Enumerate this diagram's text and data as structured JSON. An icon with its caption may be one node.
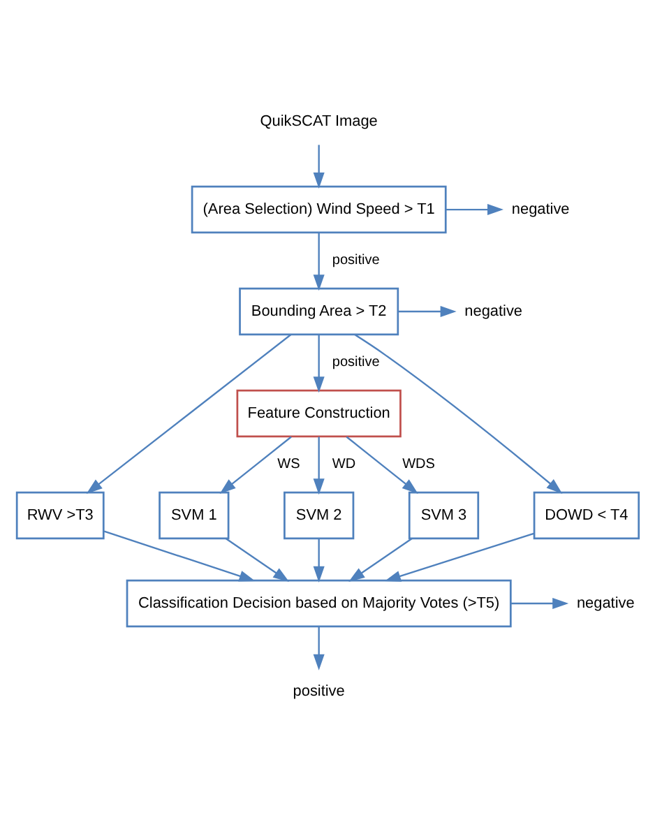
{
  "diagram": {
    "nodes": [
      {
        "text": [
          "QuikSCAT Image"
        ]
      },
      {
        "text": [
          "(Area Selection) Wind Speed > T1"
        ]
      },
      {
        "text": [
          "negative"
        ]
      },
      {
        "text": [
          "Bounding Area > T2"
        ]
      },
      {
        "text": [
          "negative"
        ]
      },
      {
        "text": [
          "Feature Construction"
        ]
      },
      {
        "text": [
          "RWV >T3"
        ]
      },
      {
        "text": [
          "SVM 1"
        ]
      },
      {
        "text": [
          "SVM 2"
        ]
      },
      {
        "text": [
          "SVM 3"
        ]
      },
      {
        "text": [
          "DOWD < T4"
        ]
      },
      {
        "text": [
          "Classification Decision based on Majority Votes (>T5)"
        ]
      },
      {
        "text": [
          "negative"
        ]
      },
      {
        "text": [
          "positive"
        ]
      }
    ],
    "edges": [
      {
        "from": 0,
        "to": 1,
        "arrow": "to"
      },
      {
        "from": 1,
        "to": 2,
        "arrow": "to"
      },
      {
        "from": 1,
        "to": 3,
        "arrow": "to",
        "label": "positive"
      },
      {
        "from": 3,
        "to": 4,
        "arrow": "to"
      },
      {
        "from": 3,
        "to": 5,
        "arrow": "to",
        "label": "positive"
      },
      {
        "from": 3,
        "to": 6,
        "arrow": "to"
      },
      {
        "from": 3,
        "to": 10,
        "arrow": "to"
      },
      {
        "from": 5,
        "to": 7,
        "arrow": "to",
        "label": "WS"
      },
      {
        "from": 5,
        "to": 8,
        "arrow": "to",
        "label": "WD"
      },
      {
        "from": 5,
        "to": 9,
        "arrow": "to",
        "label": "WDS"
      },
      {
        "from": 6,
        "to": 11,
        "arrow": "to"
      },
      {
        "from": 7,
        "to": 11,
        "arrow": "to"
      },
      {
        "from": 8,
        "to": 11,
        "arrow": "to"
      },
      {
        "from": 9,
        "to": 11,
        "arrow": "to"
      },
      {
        "from": 10,
        "to": 11,
        "arrow": "to"
      },
      {
        "from": 11,
        "to": 12,
        "arrow": "to"
      },
      {
        "from": 11,
        "to": 13,
        "arrow": "to"
      }
    ]
  }
}
